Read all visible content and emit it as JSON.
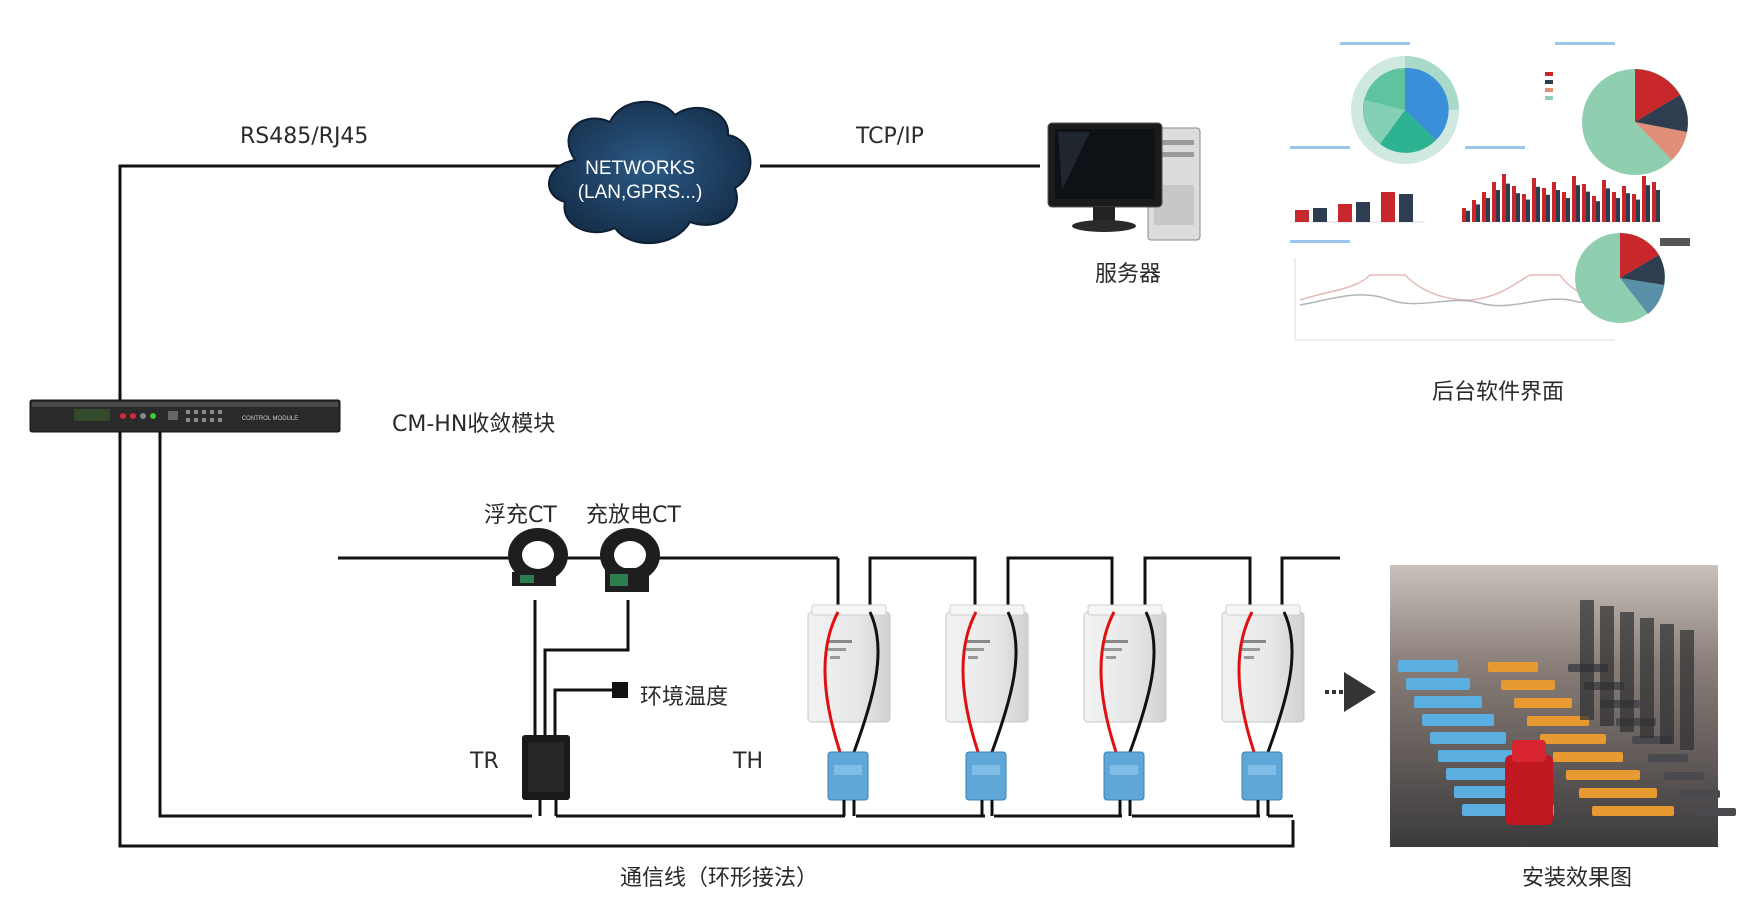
{
  "diagram": {
    "labels": {
      "rs485": "RS485/RJ45",
      "tcpip": "TCP/IP",
      "network_line1": "NETWORKS",
      "network_line2": "(LAN,GPRS...)",
      "server": "服务器",
      "software": "后台软件界面",
      "cm_module": "CM-HN收敛模块",
      "float_ct": "浮充CT",
      "charge_ct": "充放电CT",
      "env_temp": "环境温度",
      "tr": "TR",
      "th": "TH",
      "comm_line": "通信线（环形接法）",
      "install": "安装效果图",
      "rack_text": "CONTROL MODULE"
    },
    "colors": {
      "wire": "#111111",
      "red_wire": "#e01010",
      "cloud": "#1d3d5e",
      "sensor_blue": "#5ea7d8",
      "battery": "#e9eaeb",
      "chart_red": "#c8282c",
      "chart_navy": "#2e3e50",
      "chart_green": "#7fc6a4",
      "chart_blue": "#3a8fd9"
    },
    "battery_count": 4
  }
}
